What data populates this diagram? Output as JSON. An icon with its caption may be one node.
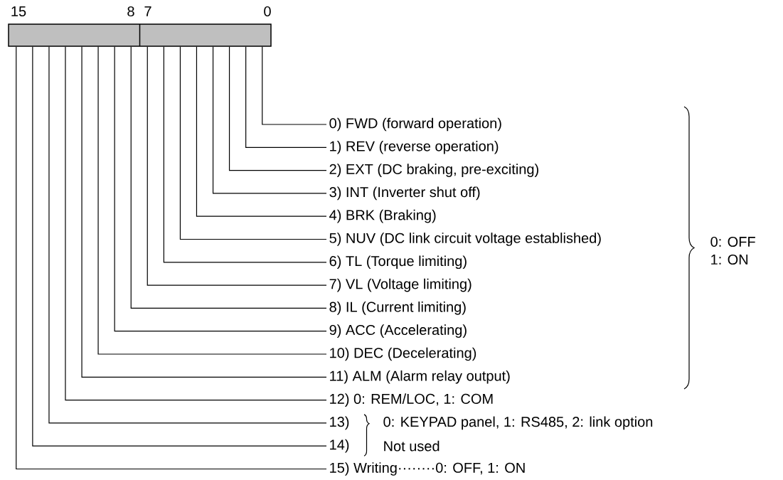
{
  "diagram": {
    "nodes": [
      {
        "text": [],
        "shape": "bar"
      },
      {
        "text": [
          "0) FWD (forward operation)"
        ]
      },
      {
        "text": [
          "1) REV (reverse operation)"
        ]
      },
      {
        "text": [
          "2) EXT (DC braking, pre-exciting)"
        ]
      },
      {
        "text": [
          "3) INT (Inverter shut off)"
        ]
      },
      {
        "text": [
          "4) BRK (Braking)"
        ]
      },
      {
        "text": [
          "5) NUV (DC link circuit voltage established)"
        ]
      },
      {
        "text": [
          "6) TL (Torque limiting)"
        ]
      },
      {
        "text": [
          "7) VL (Voltage limiting)"
        ]
      },
      {
        "text": [
          "8) IL (Current limiting)"
        ]
      },
      {
        "text": [
          "9) ACC (Accelerating)"
        ]
      },
      {
        "text": [
          "10) DEC (Decelerating)"
        ]
      },
      {
        "text": [
          "11) ALM (Alarm relay output)"
        ]
      },
      {
        "text": [
          "12) 0: REM/LOC, 1: COM"
        ]
      },
      {
        "text": [
          "13)"
        ]
      },
      {
        "text": [
          "14)"
        ]
      },
      {
        "text": [
          "15) Writing········0: OFF, 1: ON"
        ]
      }
    ],
    "edges": [
      {
        "from": 0,
        "to": 1,
        "arrow": "none"
      },
      {
        "from": 0,
        "to": 2,
        "arrow": "none"
      },
      {
        "from": 0,
        "to": 3,
        "arrow": "none"
      },
      {
        "from": 0,
        "to": 4,
        "arrow": "none"
      },
      {
        "from": 0,
        "to": 5,
        "arrow": "none"
      },
      {
        "from": 0,
        "to": 6,
        "arrow": "none"
      },
      {
        "from": 0,
        "to": 7,
        "arrow": "none"
      },
      {
        "from": 0,
        "to": 8,
        "arrow": "none"
      },
      {
        "from": 0,
        "to": 9,
        "arrow": "none"
      },
      {
        "from": 0,
        "to": 10,
        "arrow": "none"
      },
      {
        "from": 0,
        "to": 11,
        "arrow": "none"
      },
      {
        "from": 0,
        "to": 12,
        "arrow": "none"
      },
      {
        "from": 0,
        "to": 13,
        "arrow": "none"
      },
      {
        "from": 0,
        "to": 14,
        "arrow": "none"
      },
      {
        "from": 0,
        "to": 15,
        "arrow": "none"
      },
      {
        "from": 0,
        "to": 16,
        "arrow": "none"
      }
    ],
    "labels": [
      "15",
      "8",
      "7",
      "0",
      "0: OFF",
      "1: ON",
      "0: KEYPAD panel, 1: RS485, 2: link option",
      "Not used"
    ]
  }
}
